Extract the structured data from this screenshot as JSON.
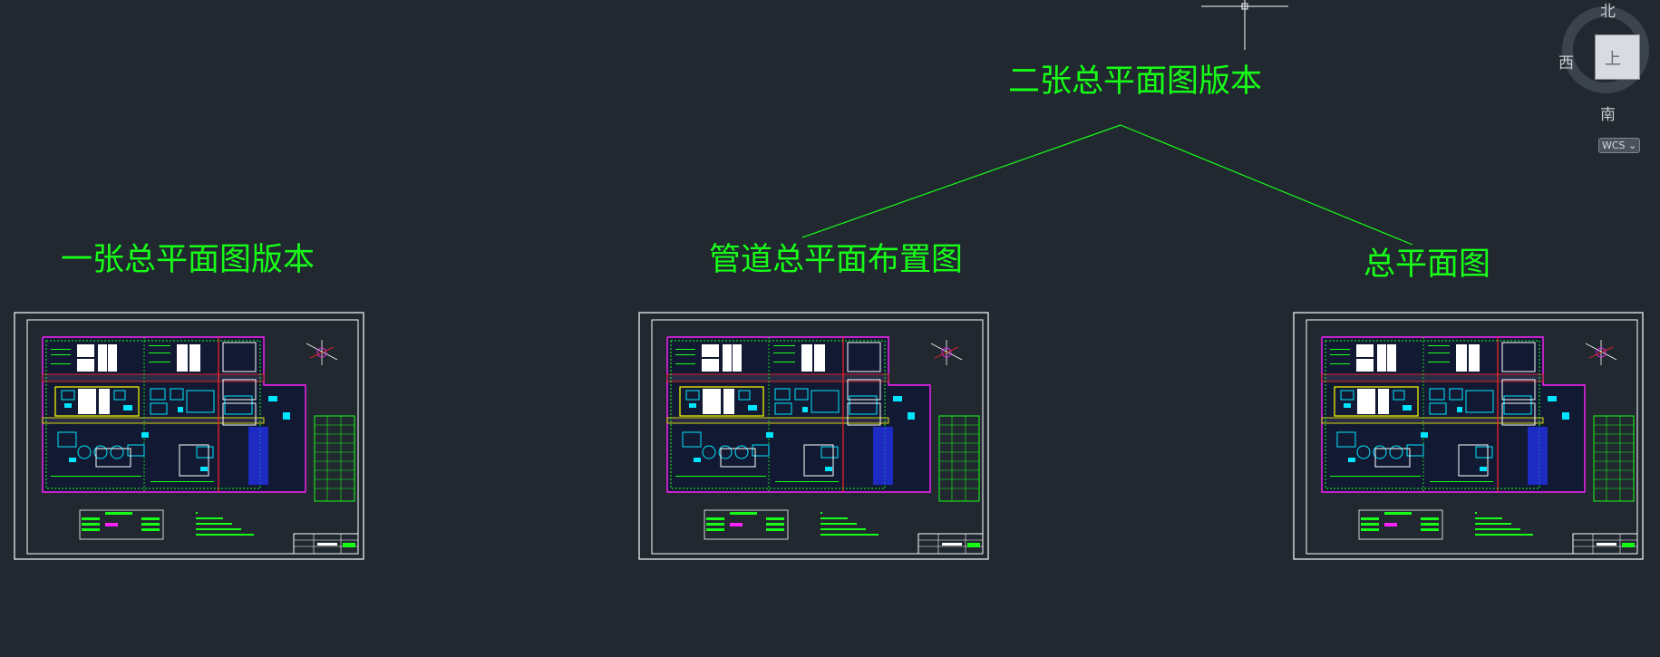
{
  "labels": {
    "top_title": "二张总平面图版本",
    "left_title": "一张总平面图版本",
    "middle_title": "管道总平面布置图",
    "right_title": "总平面图"
  },
  "viewcube": {
    "north": "北",
    "west": "西",
    "south": "南",
    "face": "上",
    "wcs": "WCS"
  },
  "colors": {
    "background": "#212830",
    "label_green": "#17ff17",
    "sheet_border": "#ffffff",
    "wall_magenta": "#ff22ff",
    "site_green": "#17ff17",
    "pipe_cyan": "#00e5ff",
    "road_red": "#ff2222",
    "building_yellow": "#ffff00",
    "water_blue": "#2233ff"
  },
  "icons": {
    "crosshair": "crosshair-icon",
    "north_arrow": "north-arrow-icon"
  }
}
